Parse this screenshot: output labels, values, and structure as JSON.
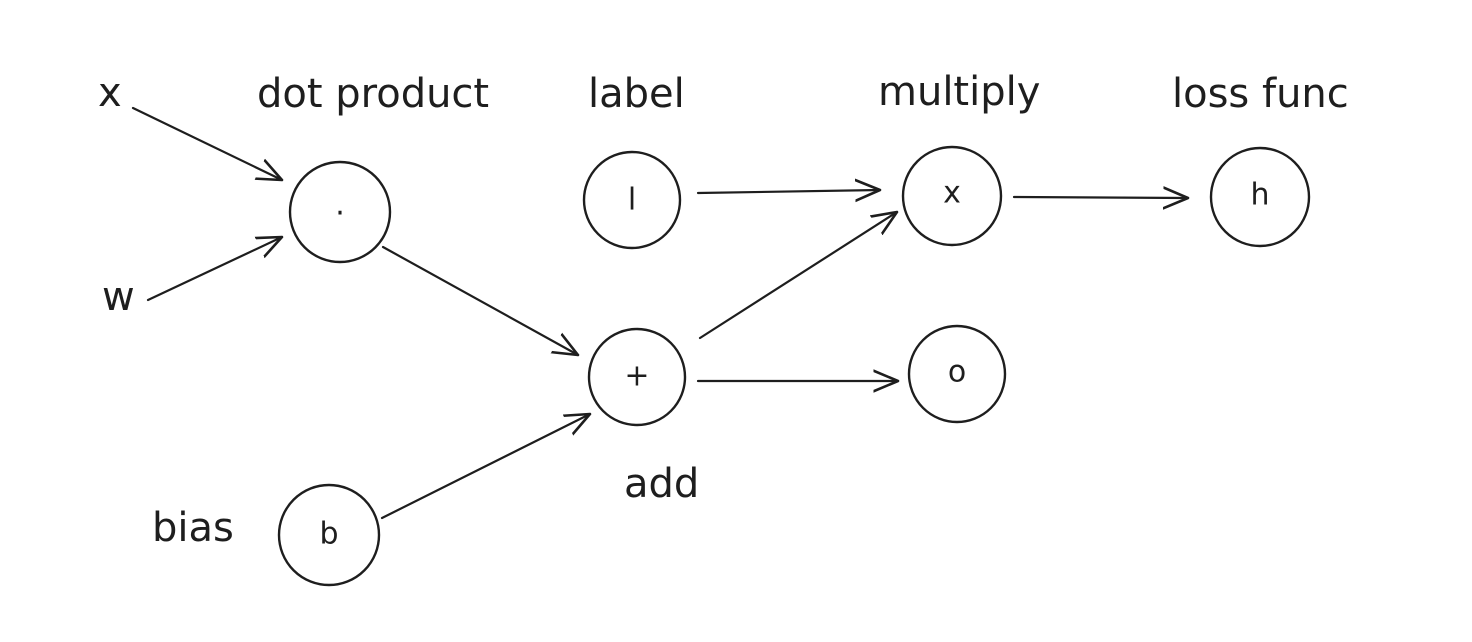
{
  "labels": {
    "x": "x",
    "w": "w",
    "bias": "bias",
    "dot_product": "dot product",
    "label": "label",
    "multiply": "multiply",
    "loss_func": "loss func",
    "add": "add"
  },
  "nodes": {
    "dot": ".",
    "label_node": "l",
    "multiply_node": "x",
    "loss_node": "h",
    "add_node": "+",
    "output_node": "o",
    "bias_node": "b"
  },
  "colors": {
    "ink": "#1e1e1e",
    "background": "#ffffff"
  }
}
